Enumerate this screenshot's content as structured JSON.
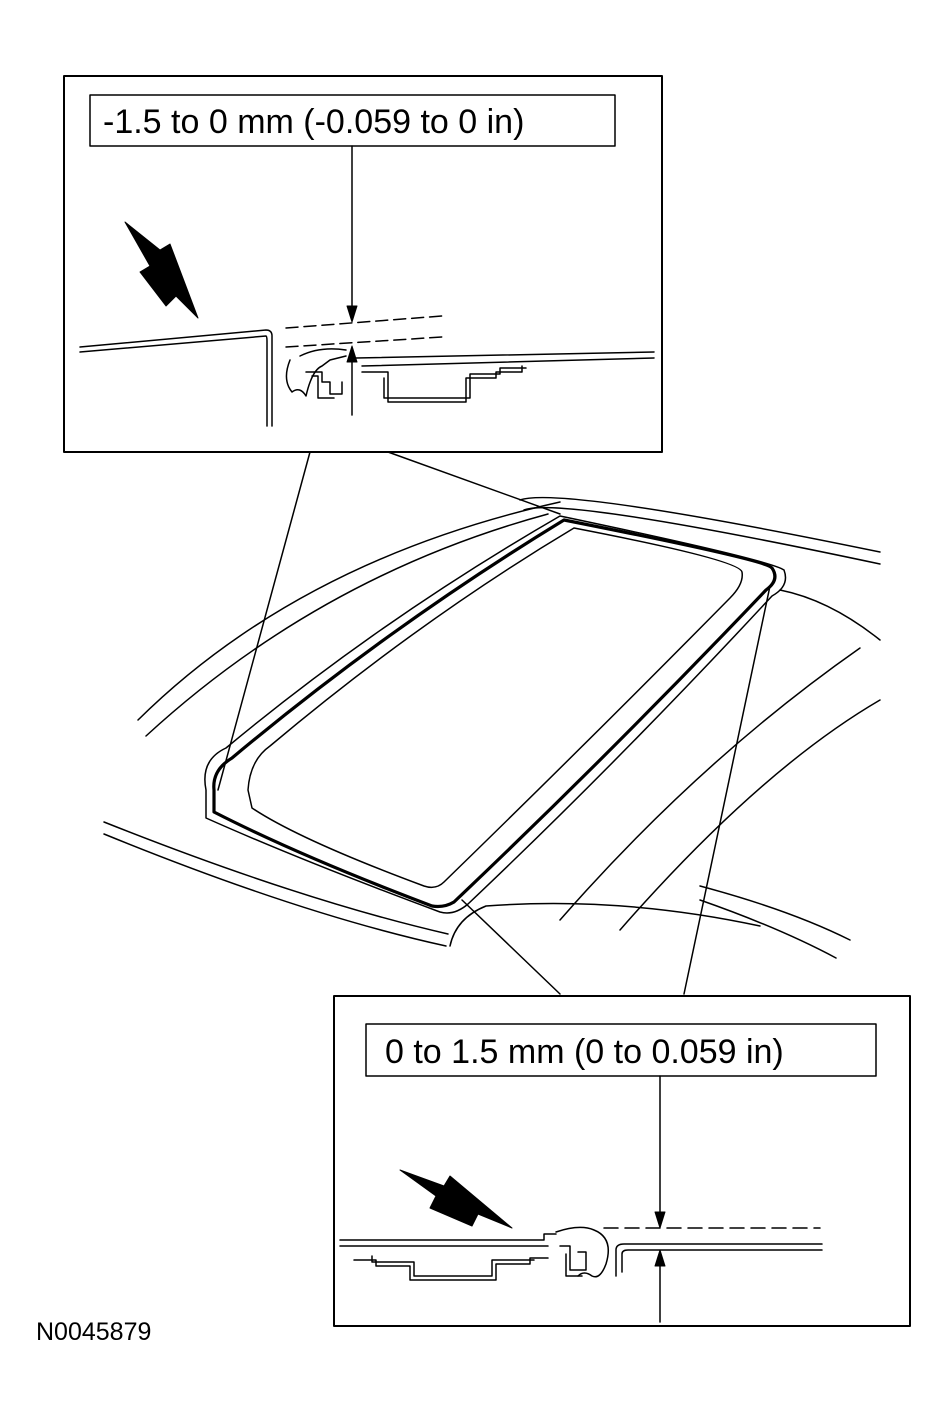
{
  "top_detail": {
    "dimension_label": "-1.5 to 0 mm (-0.059 to 0 in)"
  },
  "bottom_detail": {
    "dimension_label": "0 to 1.5 mm (0 to 0.059 in)"
  },
  "figure_id": "N0045879",
  "colors": {
    "line": "#000000",
    "background": "#ffffff"
  }
}
